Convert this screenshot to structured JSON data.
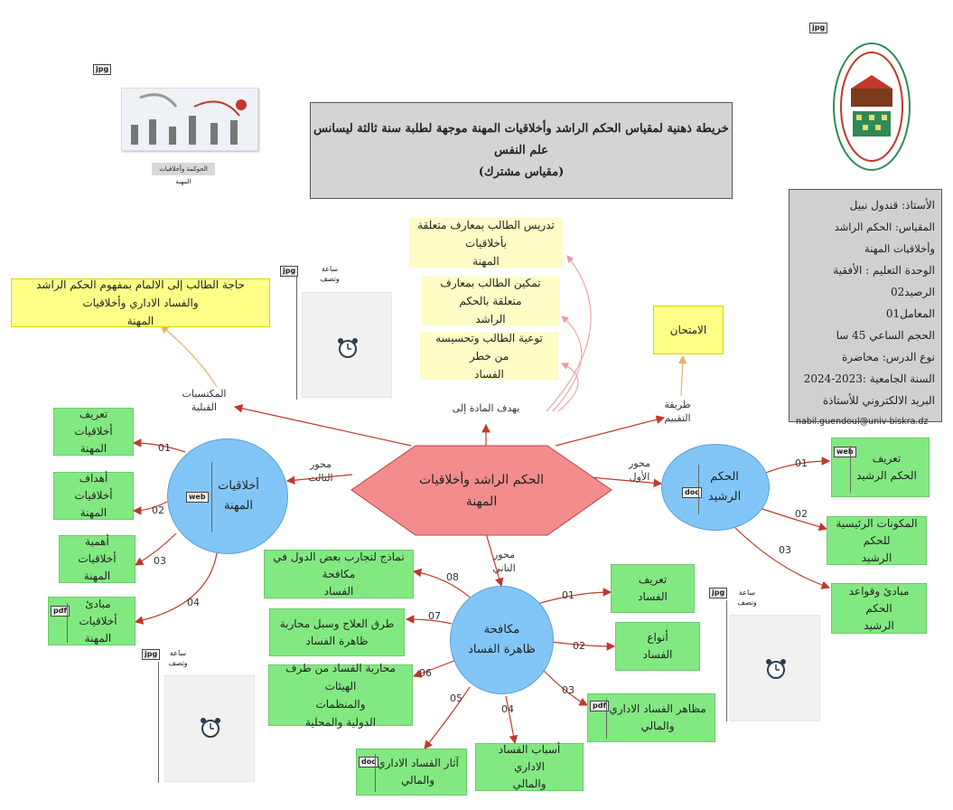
{
  "title": {
    "line1": "خريطة ذهنية لمقياس الحكم الراشد وأخلاقيات المهنة موجهة لطلبة سنة ثالثة ليسانس علم النفس",
    "line2": "(مقياس مشترك)"
  },
  "logo_caption": "الحوكمة وأخلاقيات المهنة",
  "info": {
    "lines": [
      "الأستاذ: قندول نبيل",
      "المقياس: الحكم الراشد وأخلاقيات المهنة",
      "الوحدة التعليم : الأفقية",
      "الرصيد02",
      "المعامل01",
      "الحجم الساعي 45 سا",
      "نوع الدرس: محاضرة",
      "السنة الجامعية :2023-2024",
      "البريد الالكتروني للأستاذة",
      "nabil.guendoul@univ-biskra.dz"
    ]
  },
  "center": "الحكم الراشد وأخلاقيات\nالمهنة",
  "goal": {
    "label": "يهدف المادة إلى",
    "items": [
      "تدريس الطالب بمعارف متعلقة بأخلاقيات\nالمهنة",
      "تمكين الطالب بمعارف متعلقة بالحكم\nالراشد",
      "توعية الطالب وتحسيسه من خطر\nالفساد"
    ]
  },
  "prereq": {
    "label": "المكتسبات\nالقبلية",
    "text": "حاجة الطالب إلى الالمام بمفهوم الحكم الراشد والفساد الاداري وأخلاقيات\nالمهنة"
  },
  "evaluation": {
    "label": "طريقة\nالتقييم",
    "text": "الامتحان"
  },
  "axis1": {
    "label": "محور\nالأول",
    "node": "الحكم\nالرشيد",
    "tag": "doc",
    "items": [
      {
        "num": "01",
        "text": "تعريف\nالحكم الرشيد",
        "tag": "web"
      },
      {
        "num": "02",
        "text": "المكونات الرئيسية للحكم\nالرشيد"
      },
      {
        "num": "03",
        "text": "مبادئ وقواعد الحكم\nالرشيد"
      }
    ]
  },
  "axis2": {
    "label": "محور\nالتاني",
    "node": "مكافحة\nظاهرة الفساد",
    "items": [
      {
        "num": "01",
        "text": "تعريف\nالفساد"
      },
      {
        "num": "02",
        "text": "أنواع\nالفساد"
      },
      {
        "num": "03",
        "text": "مظاهر الفساد الاداري\nوالمالي",
        "tag": "pdf"
      },
      {
        "num": "04",
        "text": "أسباب الفساد الاداري\nوالمالي"
      },
      {
        "num": "05",
        "text": "آثار الفساد الاداري\nوالمالي",
        "tag": "doc"
      },
      {
        "num": "06",
        "text": "محاربة الفساد من طرف الهيئات\nوالمنظمات\nالدولية والمحلية"
      },
      {
        "num": "07",
        "text": "طرق العلاج وسبل محاربة\nظاهرة الفساد"
      },
      {
        "num": "08",
        "text": "نماذج لتجارب بعض الدول في مكافحة\nالفساد"
      }
    ]
  },
  "axis3": {
    "label": "محور\nالتالت",
    "node": "أخلاقيات\nالمهنة",
    "tag": "web",
    "items": [
      {
        "num": "01",
        "text": "تعريف أخلاقيات\nالمهنة"
      },
      {
        "num": "02",
        "text": "أهداف أخلاقيات المهنة"
      },
      {
        "num": "03",
        "text": "أهمية أخلاقيات المهنة"
      },
      {
        "num": "04",
        "text": "مبادئ أخلاقيات المهنة",
        "tag": "pdf"
      }
    ]
  },
  "clock_caption": "ساعة\nوتصف",
  "file_tags": {
    "jpg": "jpg"
  }
}
